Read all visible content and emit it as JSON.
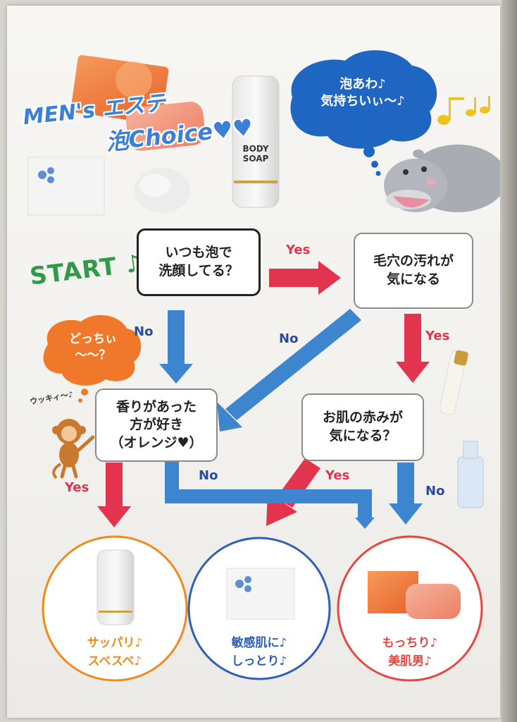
{
  "title": {
    "line1": "MEN's エステ",
    "line2": "泡Choice♥♥"
  },
  "soap_bottle_label": "BODY\nSOAP",
  "hippo_bubble": "泡あわ♪\n気持ちいぃ〜♪",
  "monkey_bubble": "どっちぃ\n〜〜？",
  "monkey_note": "ウッキィ〜♪",
  "start_label": "START ♪",
  "questions": {
    "q1": "いつも泡で\n洗顔してる？",
    "q2": "毛穴の汚れが\n気になる",
    "q3": "香りがあった\n方が好き\n（オレンジ♥）",
    "q4": "お肌の赤みが\n気になる？"
  },
  "arrow_labels": {
    "q1_yes": "Yes",
    "q1_no": "No",
    "q2_no": "No",
    "q2_yes": "Yes",
    "q3_yes": "Yes",
    "q3_no": "No",
    "q4_yes": "Yes",
    "q4_no": "No"
  },
  "results": {
    "r1": "サッパリ♪\nスベスベ♪",
    "r2": "敏感肌に♪\nしっとり♪",
    "r3": "もっちり♪\n美肌男♪"
  },
  "colors": {
    "yes_arrow": "#e2334f",
    "no_arrow": "#3d86cf",
    "result1": "#f08a1c",
    "result2": "#2f5fb8",
    "result3": "#e8473f",
    "bubble_blue": "#1f66c2",
    "bubble_orange": "#f0782a"
  }
}
